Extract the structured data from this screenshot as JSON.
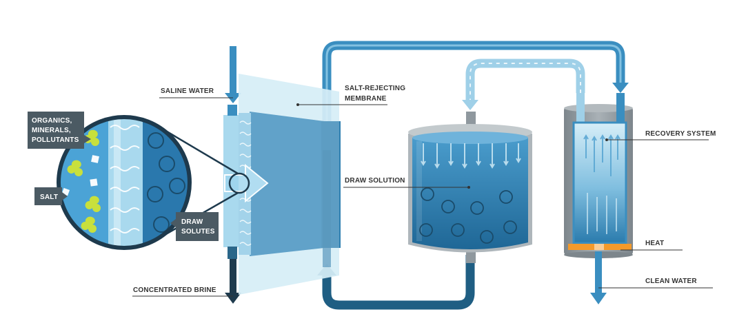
{
  "labels": {
    "saline_water": "SALINE WATER",
    "membrane_line1": "SALT-REJECTING",
    "membrane_line2": "MEMBRANE",
    "organics_line1": "ORGANICS,",
    "organics_line2": "MINERALS,",
    "organics_line3": "POLLUTANTS",
    "salt": "SALT",
    "draw_solutes_line1": "DRAW",
    "draw_solutes_line2": "SOLUTES",
    "concentrated_brine": "CONCENTRATED BRINE",
    "draw_solution": "DRAW SOLUTION",
    "recovery_system": "RECOVERY SYSTEM",
    "heat": "HEAT",
    "clean_water": "CLEAN WATER"
  },
  "colors": {
    "dark_water": "#1f6d9b",
    "mid_water": "#3d8fc2",
    "light_water": "#a9d9ee",
    "pale_water": "#cfeaf5",
    "brine": "#1e3a4d",
    "pipe": "#3a8ec0",
    "pipe_light": "#8cc7e4",
    "tag_bg": "#4b5a63",
    "tank_gray": "#8f989e",
    "heat": "#f39a2b",
    "pollutant": "#c8e03c",
    "text": "#333333"
  }
}
